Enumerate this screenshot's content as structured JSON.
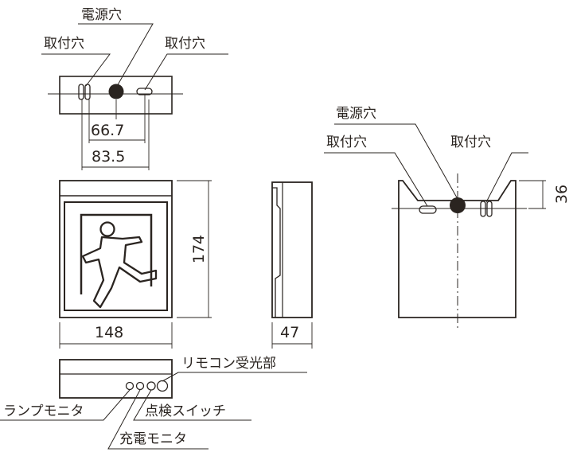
{
  "front_top": {
    "power_hole": "電源穴",
    "mount_hole_left": "取付穴",
    "mount_hole_right": "取付穴",
    "dim_inner": "66.7",
    "dim_outer": "83.5"
  },
  "front": {
    "width": "148",
    "height": "174"
  },
  "side": {
    "depth": "47"
  },
  "bottom": {
    "remote_receiver": "リモコン受光部",
    "lamp_monitor": "ランプモニタ",
    "check_switch": "点検スイッチ",
    "charge_monitor": "充電モニタ"
  },
  "back": {
    "power_hole": "電源穴",
    "mount_hole_left": "取付穴",
    "mount_hole_right": "取付穴",
    "dim_height": "36"
  },
  "colors": {
    "line": "#2a2420",
    "background": "#ffffff"
  }
}
